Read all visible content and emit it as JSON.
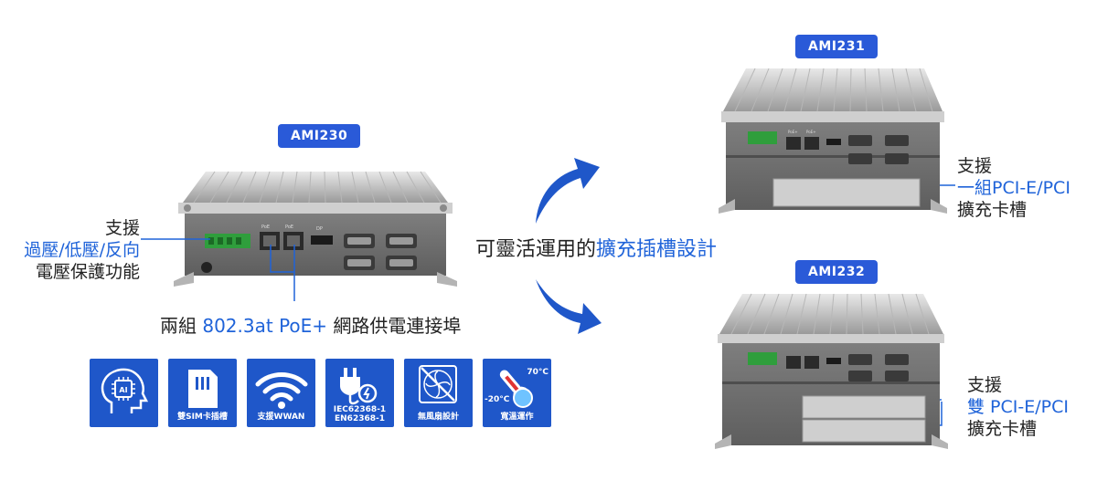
{
  "badges": {
    "ami230": "AMI230",
    "ami231": "AMI231",
    "ami232": "AMI232"
  },
  "left_callout": {
    "line1": "支援",
    "line2": "過壓/低壓/反向",
    "line3": "電壓保護功能"
  },
  "bottom_callout": {
    "prefix": "兩組 ",
    "highlight": "802.3at PoE+",
    "suffix": " 網路供電連接埠"
  },
  "center_message": {
    "prefix": "可靈活運用的",
    "highlight": "擴充插槽設計"
  },
  "ami231_callout": {
    "line1": "支援",
    "line2": "一組PCI-E/PCI",
    "line3": "擴充卡槽"
  },
  "ami232_callout": {
    "line1": "支援",
    "line2": "雙 PCI-E/PCI",
    "line3": "擴充卡槽"
  },
  "features": [
    {
      "icon": "ai-head-icon",
      "label": ""
    },
    {
      "icon": "sim-card-icon",
      "label": "雙SIM卡插槽"
    },
    {
      "icon": "wifi-icon",
      "label": "支援WWAN"
    },
    {
      "icon": "power-plug-icon",
      "label": "IEC62368-1\nEN62368-1"
    },
    {
      "icon": "fanless-icon",
      "label": "無風扇設計"
    },
    {
      "icon": "thermometer-icon",
      "label": "寬溫運作",
      "temp_high": "70°C",
      "temp_low": "-20°C"
    }
  ],
  "device_port_labels": {
    "poe1": "PoE",
    "poe2": "PoE",
    "dp": "DP",
    "poe_plus1": "PoE+",
    "poe_plus2": "PoE+"
  },
  "colors": {
    "accent": "#1f63d9",
    "badge": "#2a5ad8",
    "tile": "#1f57c9",
    "text": "#222222"
  }
}
